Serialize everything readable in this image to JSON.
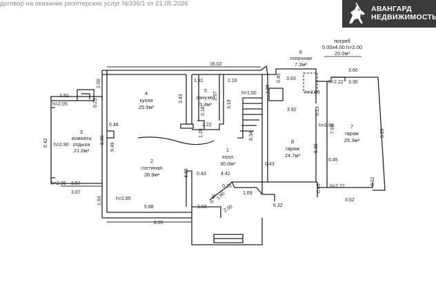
{
  "header": {
    "watermark_text": "договор на оказание риэлтерских услуг №336/1 от 21.05.2026",
    "logo_line1": "АВАНГАРД",
    "logo_line2": "НЕДВИЖИМОСТЬ"
  },
  "rooms": [
    {
      "id": "kitchen",
      "number": "4",
      "name": "кухня",
      "area": "25.9м²"
    },
    {
      "id": "bathroom",
      "number": "5",
      "name": "санузел",
      "area": "5.4м²"
    },
    {
      "id": "living",
      "number": "2",
      "name": "гостиная",
      "area": "28.9м²"
    },
    {
      "id": "rest",
      "number": "3",
      "name1": "комната",
      "name2": "отдыха",
      "area": "21.0м²"
    },
    {
      "id": "hall",
      "number": "1",
      "name": "холл",
      "area": "30.0м²"
    },
    {
      "id": "furnace",
      "number": "6",
      "name": "топочная",
      "area": "7.3м²"
    },
    {
      "id": "garage8",
      "number": "8",
      "name": "гараж",
      "area": "24.7м²"
    },
    {
      "id": "garage7",
      "number": "7",
      "name": "гараж",
      "area": "25.3м²"
    }
  ],
  "cellar": {
    "title": "погреб",
    "dims": "5.00x4.00 h=2.00",
    "area": "20.0м²"
  },
  "dimensions": {
    "d16_02": "16.02",
    "d2_00": "2.00",
    "d3_92": "3.92",
    "h2_05a": "h=2.05",
    "d0_25": "0.25",
    "d3_43": "3.43",
    "d1_81": "1.81",
    "d2_97": "2.97",
    "d2_16": "2.16",
    "d1_86": "1.86",
    "d3_19": "3.19",
    "h1_60": "h=1.60",
    "d0_18": "0.18",
    "d2_22a": "2.22",
    "d1_28": "1.28",
    "d0_46": "0.46",
    "d9_49": "9.49",
    "d5_89": "5.89",
    "d6_42": "6.42",
    "h2_90": "h=2.90",
    "h2_05b": "h=2.05",
    "d3_57": "3.57",
    "d3_87": "3.87",
    "d1_93": "1.93",
    "h2_80": "h=2.80",
    "d5_88": "5.88",
    "d8_05": "8.05",
    "d4_38": "4.38",
    "d0_43a": "0.43",
    "d4_42": "4.42",
    "d8_34": "8.34",
    "d0_43b": "0.43",
    "d0_15": "0.15",
    "d1_69": "1.69",
    "d1_03": "1.03",
    "d0_45a": "0.45",
    "d1_90": "1.90",
    "d2_00b": "2.00",
    "d6_32": "6.32",
    "d0_45b": "0.45",
    "d3_93": "3.93",
    "h2_53": "h=2.53",
    "d3_92b": "3.92",
    "d0_13": "0.13",
    "h2_96": "h=2.96",
    "d7_66": "7.66",
    "d6_30": "6.30",
    "d0_45c": "0.45",
    "h2_22b": "h=2.22",
    "d0_45d": "0.45",
    "d0_32": "0.32",
    "d3_52": "3.52",
    "h2_22c": "h=2.22",
    "d3_30": "3.30",
    "d3_60": "3.60",
    "d8_29": "8.29"
  }
}
